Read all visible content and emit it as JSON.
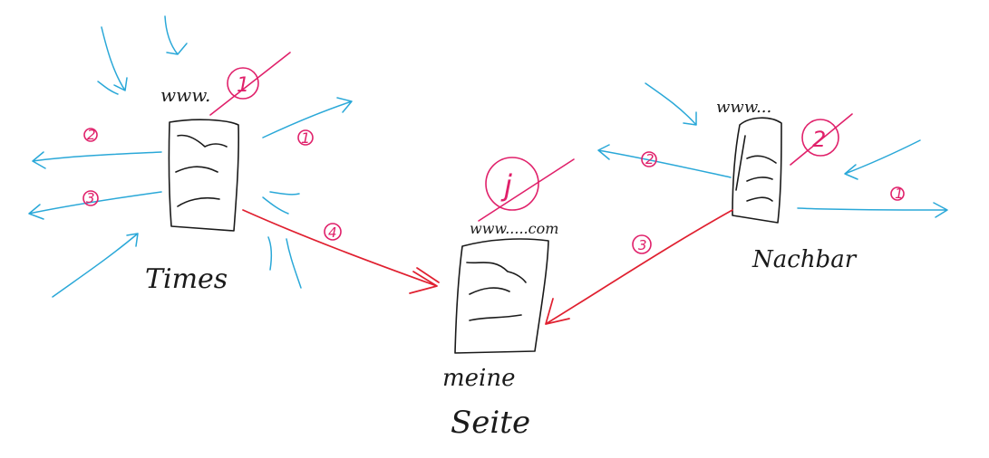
{
  "nodes": {
    "times": {
      "label": "Times",
      "url": "www."
    },
    "meine_seite": {
      "label_line1": "meine",
      "label_line2": "Seite",
      "url": "www.....com"
    },
    "nachbar": {
      "label": "Nachbar",
      "url": "www..."
    }
  },
  "markers": {
    "times_top": "1",
    "meine_seite_top": "j",
    "nachbar_top": "2"
  },
  "edge_labels": {
    "times_out_right": "1",
    "times_out_left_top": "2",
    "times_out_left_bottom": "3",
    "times_to_meine": "4",
    "nachbar_to_meine": "3",
    "nachbar_out_left": "2",
    "nachbar_out_right": "1"
  },
  "colors": {
    "ink": "#1a1a1a",
    "incoming_outgoing_links": "#2aa8d8",
    "links_to_meine_seite": "#e02030",
    "rank_markers": "#e0206a"
  }
}
